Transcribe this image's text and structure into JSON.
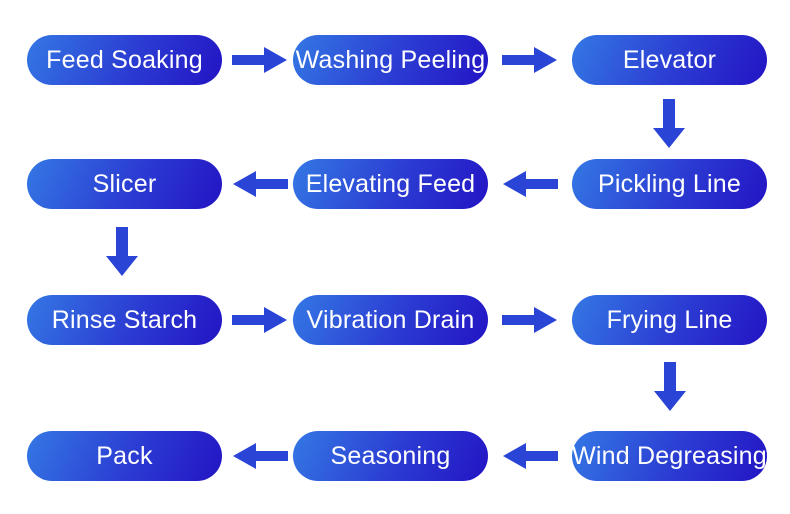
{
  "diagram_type": "process-flowchart",
  "nodes": [
    {
      "id": "feed-soaking",
      "label": "Feed Soaking"
    },
    {
      "id": "washing-peeling",
      "label": "Washing Peeling"
    },
    {
      "id": "elevator",
      "label": "Elevator"
    },
    {
      "id": "slicer",
      "label": "Slicer"
    },
    {
      "id": "elevating-feed",
      "label": "Elevating Feed"
    },
    {
      "id": "pickling-line",
      "label": "Pickling Line"
    },
    {
      "id": "rinse-starch",
      "label": "Rinse Starch"
    },
    {
      "id": "vibration-drain",
      "label": "Vibration Drain"
    },
    {
      "id": "frying-line",
      "label": "Frying Line"
    },
    {
      "id": "pack",
      "label": "Pack"
    },
    {
      "id": "seasoning",
      "label": "Seasoning"
    },
    {
      "id": "wind-degreasing",
      "label": "Wind Degreasing"
    }
  ],
  "connections": [
    {
      "from": "Feed Soaking",
      "to": "Washing Peeling",
      "direction": "right"
    },
    {
      "from": "Washing Peeling",
      "to": "Elevator",
      "direction": "right"
    },
    {
      "from": "Elevator",
      "to": "Pickling Line",
      "direction": "down"
    },
    {
      "from": "Pickling Line",
      "to": "Elevating Feed",
      "direction": "left"
    },
    {
      "from": "Elevating Feed",
      "to": "Slicer",
      "direction": "left"
    },
    {
      "from": "Slicer",
      "to": "Rinse Starch",
      "direction": "down"
    },
    {
      "from": "Rinse Starch",
      "to": "Vibration Drain",
      "direction": "right"
    },
    {
      "from": "Vibration Drain",
      "to": "Frying Line",
      "direction": "right"
    },
    {
      "from": "Frying Line",
      "to": "Wind Degreasing",
      "direction": "down"
    },
    {
      "from": "Wind Degreasing",
      "to": "Seasoning",
      "direction": "left"
    },
    {
      "from": "Seasoning",
      "to": "Pack",
      "direction": "left"
    }
  ],
  "colors": {
    "node_gradient_start": "#3478e4",
    "node_gradient_end": "#2314c4",
    "arrow": "#2a44d6",
    "text": "#ffffff",
    "background": "#ffffff"
  }
}
